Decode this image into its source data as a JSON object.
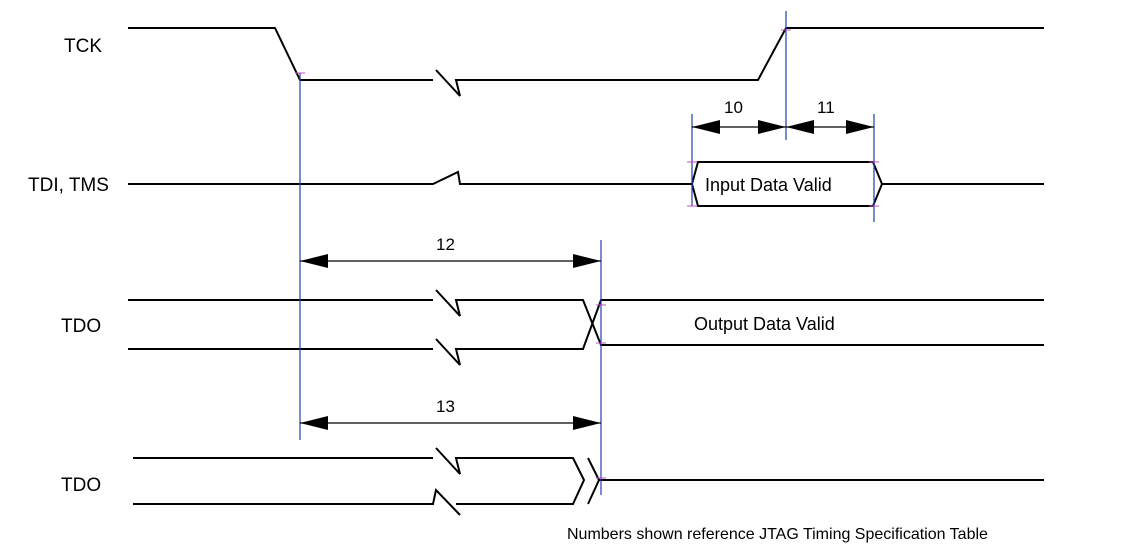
{
  "signals": {
    "tck": "TCK",
    "tdi_tms": "TDI, TMS",
    "tdo_1": "TDO",
    "tdo_2": "TDO"
  },
  "windows": {
    "input_valid": "Input Data Valid",
    "output_valid": "Output Data Valid"
  },
  "dimensions": {
    "d10": "10",
    "d11": "11",
    "d12": "12",
    "d13": "13"
  },
  "footnote": "Numbers shown reference JTAG Timing Specification Table"
}
